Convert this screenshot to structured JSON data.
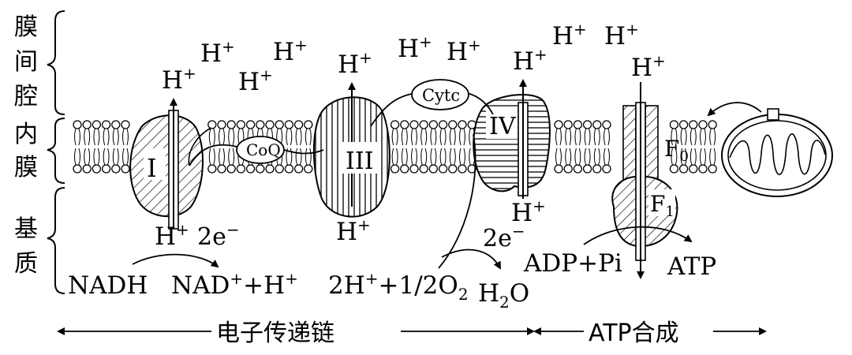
{
  "regions": {
    "intermembrane_space": "膜间腔",
    "inner_membrane": "内膜",
    "matrix": "基质"
  },
  "complexes": {
    "c1": "I",
    "c3": "III",
    "c4": "IV",
    "coq": "CoQ",
    "cytc": "Cytc",
    "f0": "F",
    "f0_sub": "0",
    "f1": "F",
    "f1_sub": "1"
  },
  "ions": {
    "h": "H",
    "plus": "+",
    "e2": "2e",
    "minus": "−"
  },
  "reactions": {
    "nadh": "NADH",
    "nad_a": "NAD",
    "nad_b": "+H",
    "o2_a": "2H",
    "o2_b": "+1/2O",
    "o2_sub": "2",
    "h2o_a": "H",
    "h2o_sub": "2",
    "h2o_b": "O",
    "adp": "ADP+Pi",
    "atp": "ATP"
  },
  "bottom": {
    "electron_chain": "电子传递链",
    "atp_synthesis": "ATP合成"
  }
}
